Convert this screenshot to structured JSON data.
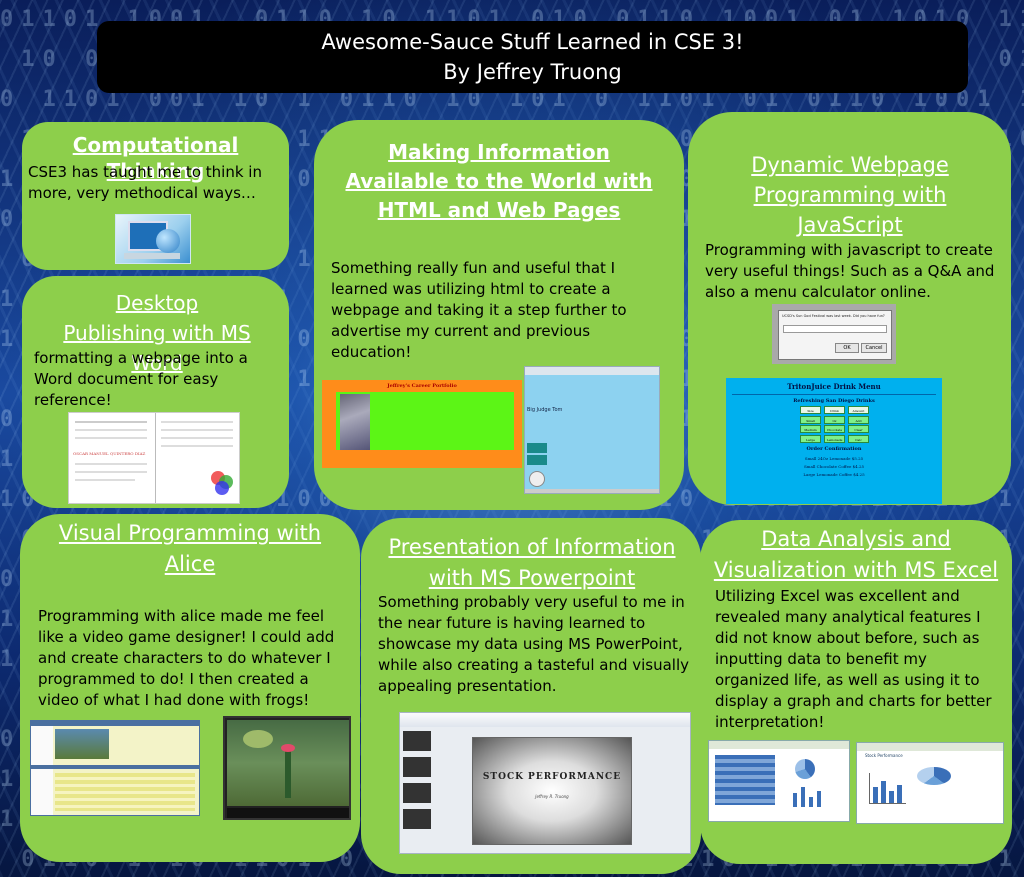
{
  "header": {
    "title": "Awesome-Sauce Stuff Learned in CSE 3!",
    "author": "By Jeffrey Truong"
  },
  "panels": {
    "computational_thinking": {
      "heading": "Computational Thinking",
      "body": "CSE3 has taught me to think in more, very methodical ways…"
    },
    "desktop_publishing": {
      "heading": "Desktop Publishing with MS Word",
      "body": "formatting a webpage into a Word document for easy reference!",
      "doc_title": "OSCAR MANUEL QUINTERO DIAZ"
    },
    "html": {
      "heading": "Making Information Available to the World with HTML and Web Pages",
      "body": "Something really fun and useful that I learned was utilizing html to create a webpage and taking it a step further to advertise my current and previous education!",
      "portfolio_title": "Jeffrey's Career Portfolio",
      "site_title": "Big Judge Tom"
    },
    "javascript": {
      "heading": "Dynamic Webpage Programming with JavaScript",
      "body": "Programming with javascript to create very useful things! Such as a Q&A and also a  menu calculator online.",
      "dialog_prompt": "UCSD's Sun God Festival was last week. Did you have fun?",
      "dialog_ok": "OK",
      "dialog_cancel": "Cancel",
      "menu_title": "TritonJuice Drink Menu",
      "menu_subtitle": "Refreshing San Diego Drinks",
      "menu_confirm": "Order Confirmation",
      "menu_lines": [
        "Small 24Oz Lemonade $5.25",
        "Small Chocolate Coffee $4.25",
        "Large Lemonade Coffee $4.25"
      ],
      "menu_grid": [
        [
          "Size",
          "Drink",
          "Amount"
        ],
        [
          "Small",
          "Oz Lemonade",
          "Add"
        ],
        [
          "Medium",
          "Chocolate Coffee",
          "Clear"
        ],
        [
          "Large",
          "Lemonade",
          "Calc"
        ]
      ]
    },
    "alice": {
      "heading": "Visual Programming with Alice",
      "body": "Programming with alice made me feel like a video game designer! I could add and create characters to do whatever I programmed to do! I then created a video of what I had done with frogs!"
    },
    "powerpoint": {
      "heading": "Presentation of Information with MS Powerpoint",
      "body": "Something probably very useful to me in the near future is  having learned to showcase my data using MS PowerPoint, while also creating a tasteful and visually appealing presentation.",
      "slide_title": "STOCK PERFORMANCE",
      "slide_subtitle": "Jeffrey R. Truong"
    },
    "excel": {
      "heading": "Data Analysis and Visualization with MS Excel",
      "body": "Utilizing Excel was excellent and revealed many analytical features I did not know about before, such as inputting data to benefit my organized life, as well as using it to display a graph and charts for better interpretation!",
      "sheet_title": "Stock Performance"
    }
  },
  "colors": {
    "panel": "#8dcf4b",
    "title_bar": "#000000",
    "heading": "#ffffff"
  }
}
